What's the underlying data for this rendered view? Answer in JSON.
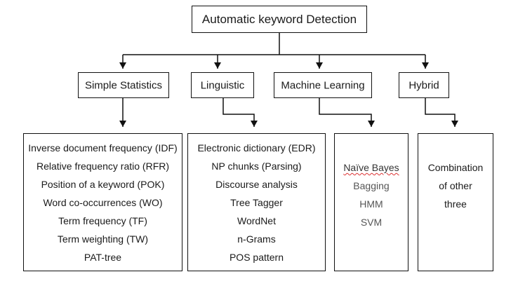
{
  "root": {
    "label": "Automatic keyword Detection"
  },
  "categories": [
    {
      "label": "Simple Statistics",
      "items": [
        "Inverse document frequency (IDF)",
        "Relative frequency ratio (RFR)",
        "Position of a keyword (POK)",
        "Word co-occurrences (WO)",
        "Term frequency (TF)",
        "Term weighting (TW)",
        "PAT-tree"
      ]
    },
    {
      "label": "Linguistic",
      "items": [
        "Electronic dictionary (EDR)",
        "NP chunks (Parsing)",
        "Discourse analysis",
        "Tree Tagger",
        "WordNet",
        "n-Grams",
        "POS pattern"
      ]
    },
    {
      "label": "Machine Learning",
      "items": [
        "Naïve Bayes",
        "Bagging",
        "HMM",
        "SVM"
      ]
    },
    {
      "label": "Hybrid",
      "items": [
        "Combination",
        "of other",
        "three"
      ]
    }
  ],
  "colors": {
    "stroke": "#111111",
    "text": "#1a1a1a",
    "muted_text": "#555555",
    "spellcheck_underline": "#d33333"
  }
}
